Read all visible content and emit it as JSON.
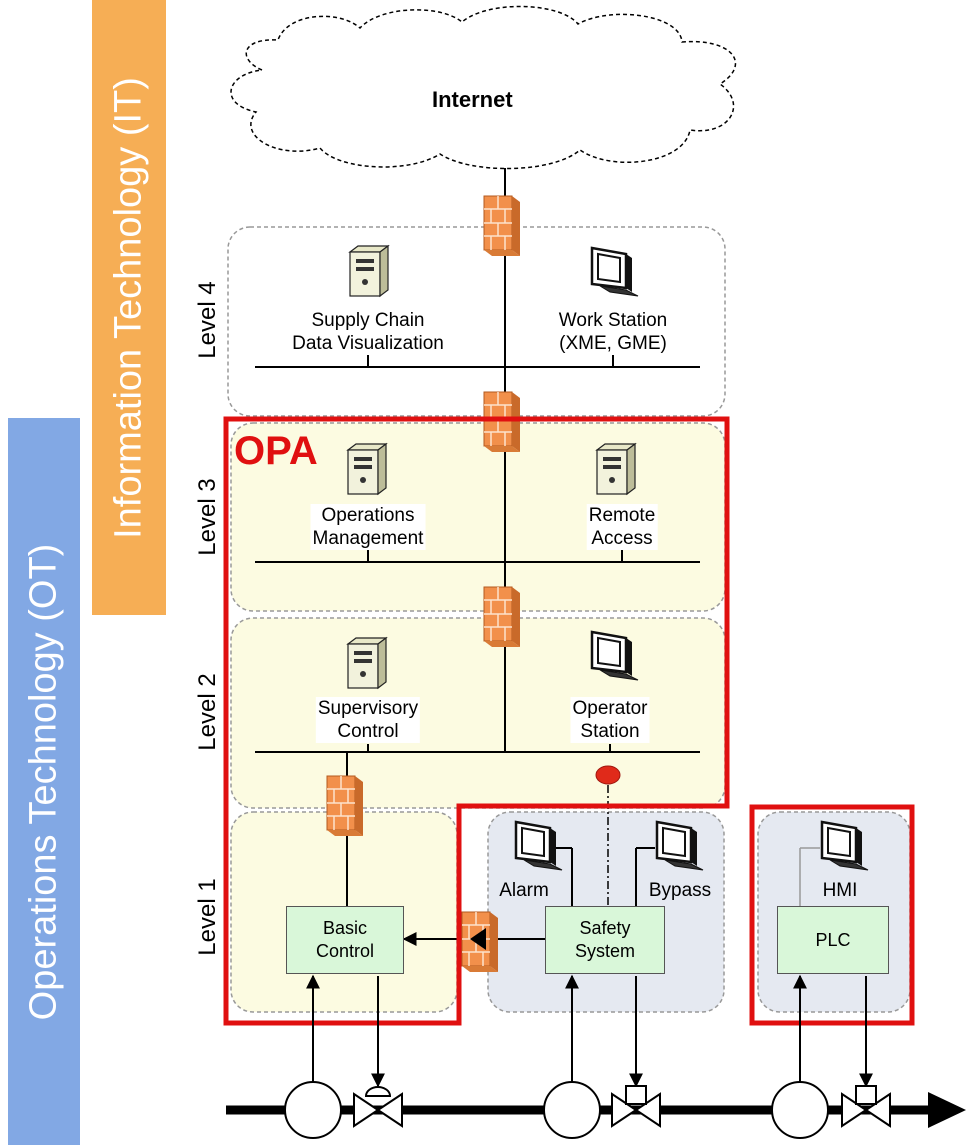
{
  "bands": {
    "it": "Information Technology (IT)",
    "ot": "Operations Technology (OT)"
  },
  "levels": [
    "Level 4",
    "Level 3",
    "Level 2",
    "Level 1"
  ],
  "internet": "Internet",
  "opa": "OPA",
  "level4": {
    "supply_chain": [
      "Supply Chain",
      "Data Visualization"
    ],
    "workstation": [
      "Work Station",
      "(XME, GME)"
    ]
  },
  "level3": {
    "ops_mgmt": [
      "Operations",
      "Management"
    ],
    "remote": [
      "Remote",
      "Access"
    ]
  },
  "level2": {
    "supervisory": [
      "Supervisory",
      "Control"
    ],
    "operator": [
      "Operator",
      "Station"
    ]
  },
  "level1": {
    "basic_control": [
      "Basic",
      "Control"
    ],
    "alarm": "Alarm",
    "bypass": "Bypass",
    "safety": [
      "Safety",
      "System"
    ],
    "hmi": "HMI",
    "plc": "PLC"
  },
  "colors": {
    "it_band": "#f6ae55",
    "ot_band": "#82a8e4",
    "opa_red": "#e01010",
    "control_box": "#d9f7d9",
    "zone_yellow": "#fcfbe1",
    "zone_blue": "#e5e9f1",
    "firewall": "#f2904b"
  }
}
